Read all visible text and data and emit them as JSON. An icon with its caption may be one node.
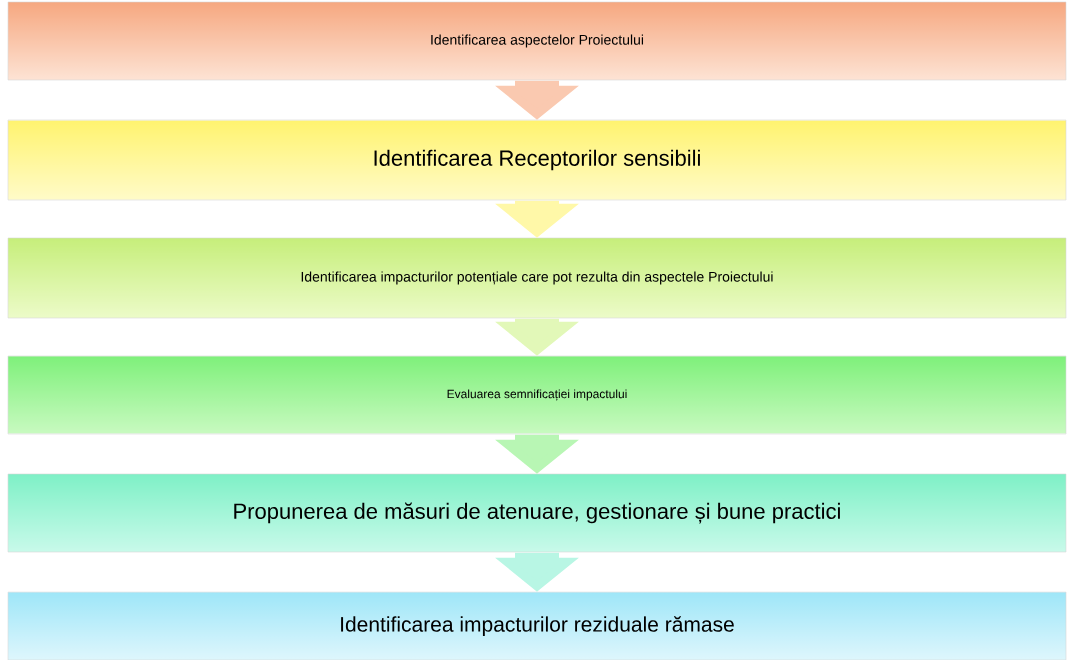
{
  "diagram": {
    "nodes": [
      {
        "text": [
          "Identificarea aspectelor Proiectului"
        ]
      },
      {
        "text": [
          "Identificarea Receptorilor sensibili"
        ]
      },
      {
        "text": [
          "Identificarea impacturilor potențiale care pot rezulta din aspectele Proiectului"
        ]
      },
      {
        "text": [
          "Evaluarea semnificației impactului"
        ]
      },
      {
        "text": [
          "Propunerea de măsuri de atenuare, gestionare și bune practici"
        ]
      },
      {
        "text": [
          "Identificarea impacturilor reziduale rămase"
        ]
      }
    ],
    "edges": [
      {
        "from": 0,
        "to": 1,
        "arrow": "to"
      },
      {
        "from": 1,
        "to": 2,
        "arrow": "to"
      },
      {
        "from": 2,
        "to": 3,
        "arrow": "to"
      },
      {
        "from": 3,
        "to": 4,
        "arrow": "to"
      },
      {
        "from": 4,
        "to": 5,
        "arrow": "to"
      }
    ]
  }
}
